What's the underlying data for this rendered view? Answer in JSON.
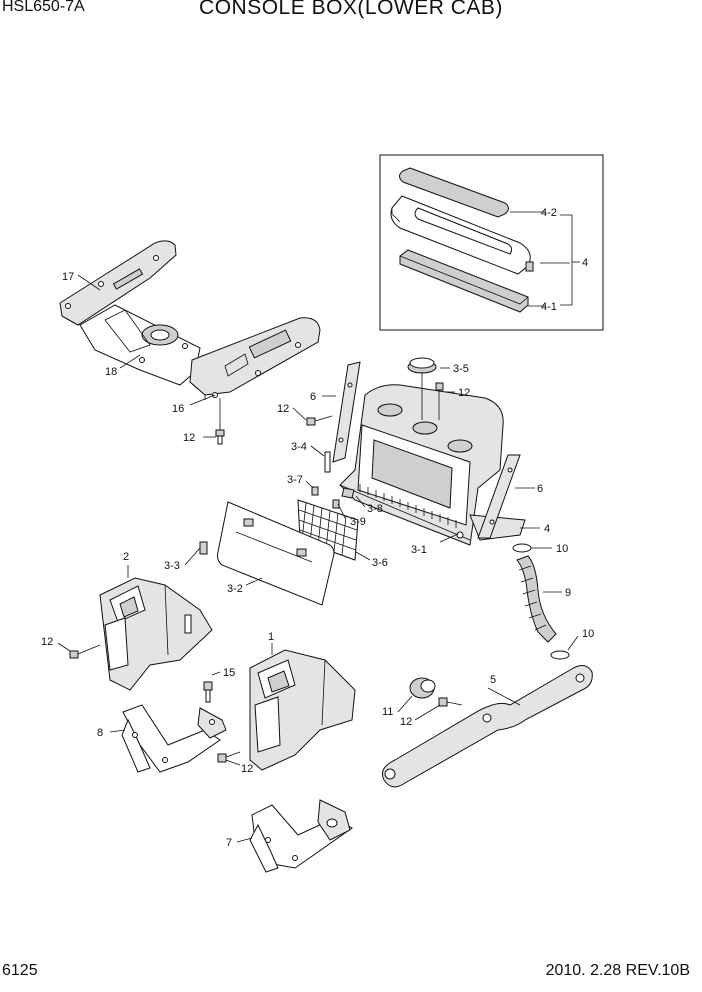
{
  "header": {
    "model": "HSL650-7A",
    "title": "CONSOLE BOX(LOWER CAB)"
  },
  "footer": {
    "page": "6125",
    "revision": "2010. 2.28  REV.10B"
  },
  "callouts": {
    "c17": "17",
    "c18": "18",
    "c16": "16",
    "c12a": "12",
    "c4_2": "4-2",
    "c4": "4",
    "c4_1": "4-1",
    "c3_5": "3-5",
    "c12b": "12",
    "c6a": "6",
    "c12c": "12",
    "c3_4": "3-4",
    "c3_7": "3-7",
    "c3_8": "3-8",
    "c3_9": "3-9",
    "c6b": "6",
    "c4b": "4",
    "c10a": "10",
    "c3_1": "3-1",
    "c3_6": "3-6",
    "c2": "2",
    "c3_3": "3-3",
    "c3_2": "3-2",
    "c9": "9",
    "c12d": "12",
    "c1": "1",
    "c10b": "10",
    "c15": "15",
    "c5": "5",
    "c8": "8",
    "c11": "11",
    "c12e": "12",
    "c12f": "12",
    "c7": "7"
  }
}
